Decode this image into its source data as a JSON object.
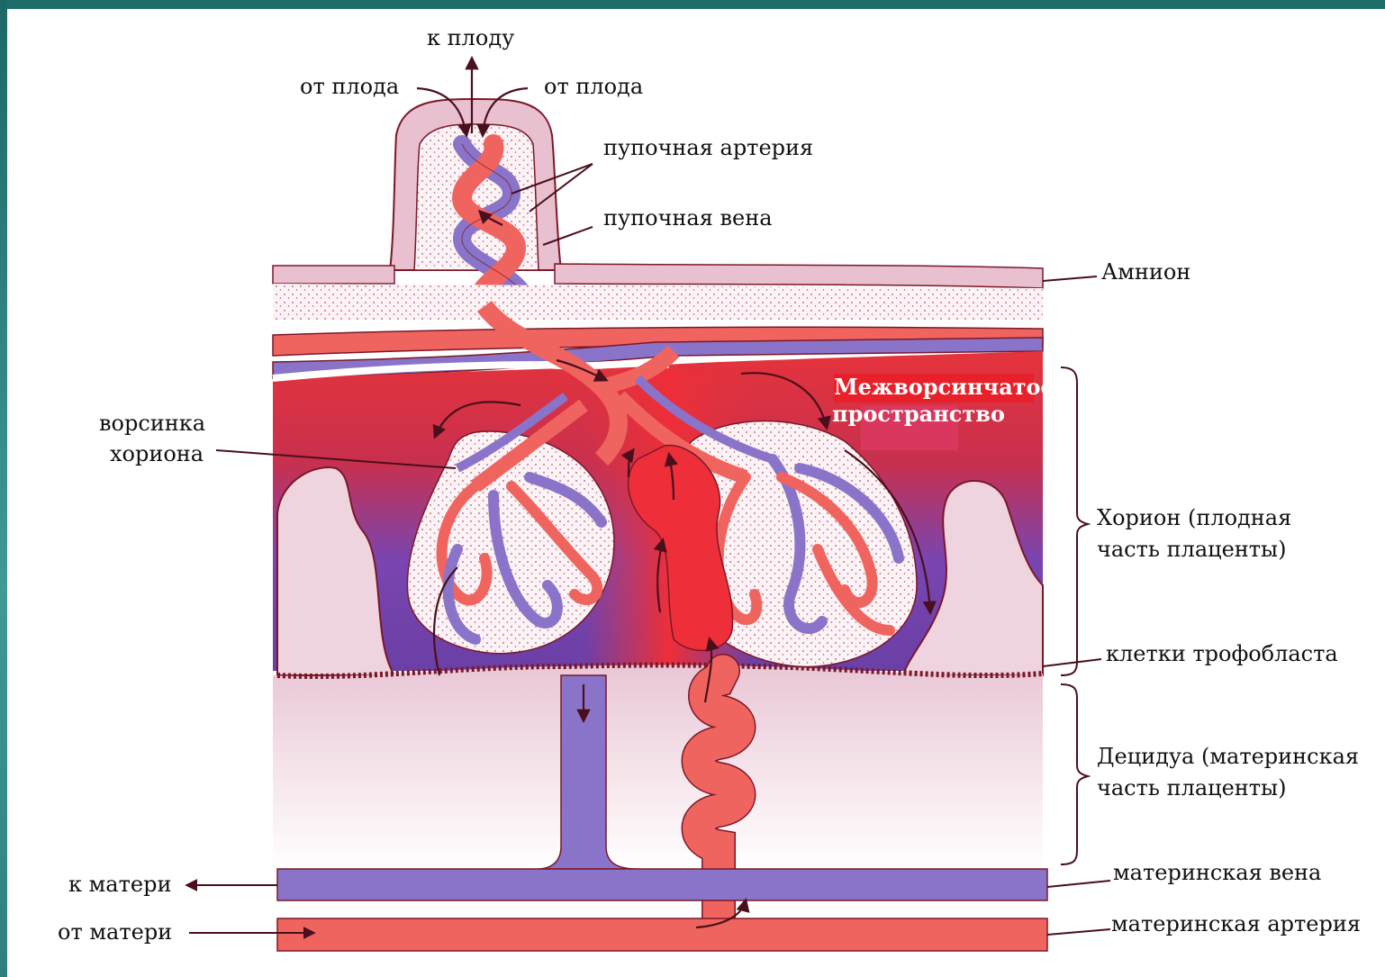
{
  "labels": {
    "to_fetus": "к плоду",
    "from_fetus_left": "от плода",
    "from_fetus_right": "от плода",
    "umbilical_artery": "пупочная артерия",
    "umbilical_vein": "пупочная вена",
    "amnion": "Амнион",
    "intervillous_line1": "Межворсинчатое",
    "intervillous_line2": "пространство",
    "villus_line1": "ворсинка",
    "villus_line2": "хориона",
    "chorion_line1": "Хорион (плодная",
    "chorion_line2": "часть плаценты)",
    "trophoblast": "клетки трофобласта",
    "decidua_line1": "Децидуа (материнская",
    "decidua_line2": "часть плаценты)",
    "to_mother": "к матери",
    "from_mother": "от матери",
    "maternal_vein": "материнская вена",
    "maternal_artery": "материнская артерия"
  },
  "colors": {
    "background_teal": "#1e6e6c",
    "artery_red": "#f0645f",
    "vein_purple": "#8a74c9",
    "maternal_blood_red": "#e5333b",
    "maternal_blood_purple": "#6a3fa6",
    "tissue_pink": "#f2d5df",
    "outline": "#7a1828",
    "intervillous_box": "#e8202a"
  }
}
